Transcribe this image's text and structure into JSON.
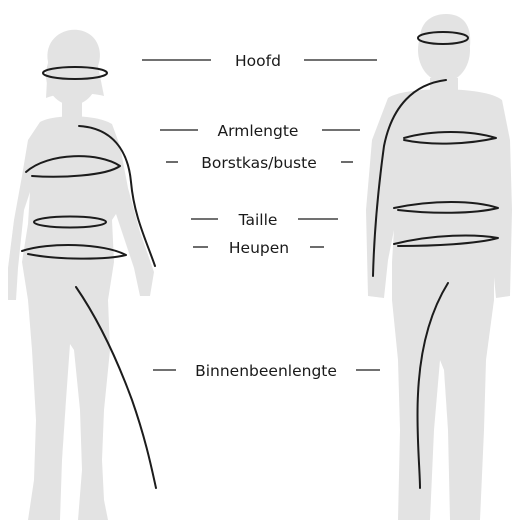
{
  "labels": {
    "head": "Hoofd",
    "arm_length": "Armlengte",
    "chest": "Borstkas/buste",
    "waist": "Taille",
    "hips": "Heupen",
    "inseam": "Binnenbeenlengte"
  },
  "colors": {
    "silhouette": "#e3e3e3",
    "line": "#1c1c1c",
    "text": "#1a1a1a"
  }
}
